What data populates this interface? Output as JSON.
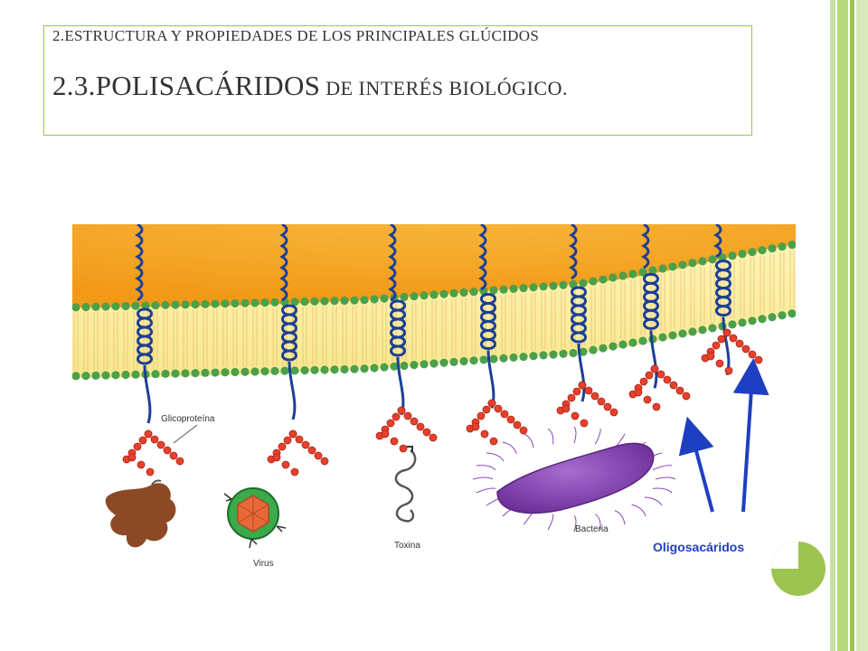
{
  "slide": {
    "title_line1": "2.ESTRUCTURA Y PROPIEDADES DE LOS PRINCIPALES GLÚCIDOS",
    "title_main": "2.3.POLISACÁRIDOS",
    "title_rest": " DE INTERÉS BIOLÓGICO."
  },
  "figure": {
    "labels": {
      "glicoproteina": "Glicoproteína",
      "virus": "Virus",
      "toxina": "Toxina",
      "bacteria": "Bacteria",
      "oligosacaridos": "Oligosacáridos"
    }
  },
  "colors": {
    "accent_green": "#9dc44f",
    "cytoplasm_orange": "#f5a623",
    "membrane_yellow": "#fbf0a6",
    "lipid_head_green": "#4ca04a",
    "sugar_red": "#e8402b",
    "arrow_blue": "#1f3fc2",
    "bacteria_purple": "#8a45b8",
    "virus_green": "#3aaa4a",
    "hormone_brown": "#8b4a25"
  }
}
